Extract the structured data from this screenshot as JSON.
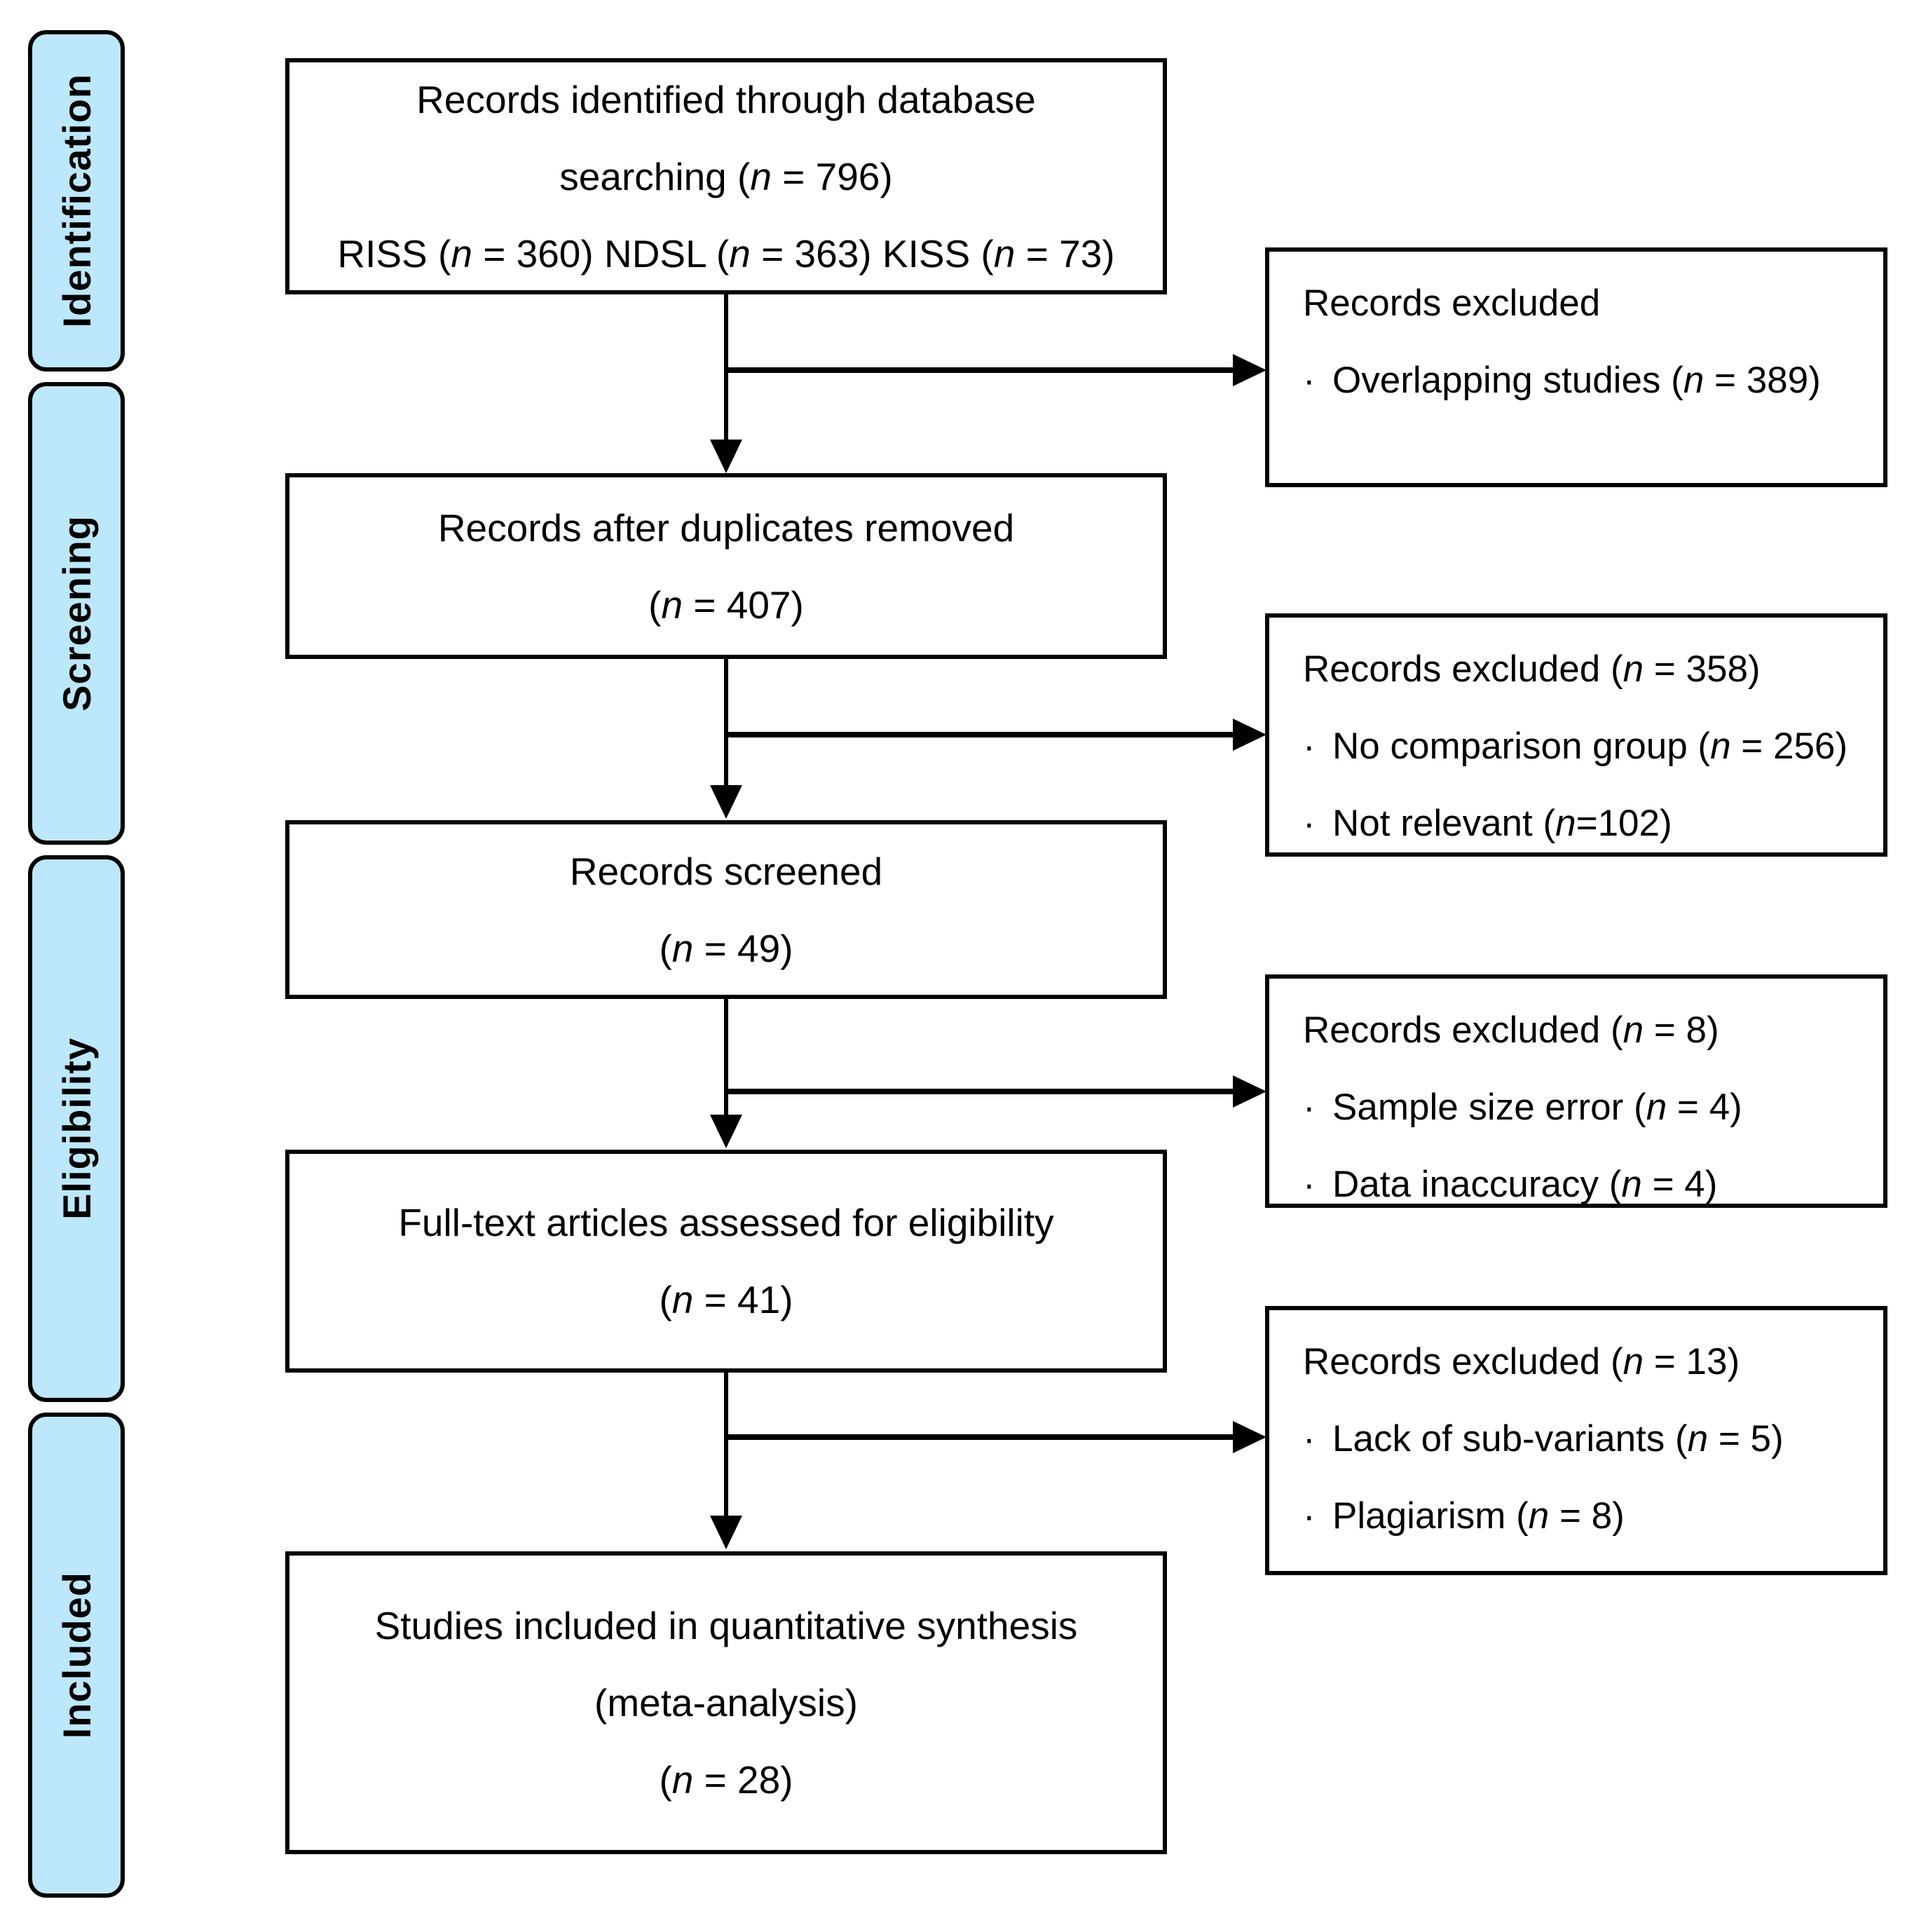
{
  "figure": {
    "kind": "PRISMA flow diagram"
  },
  "colors": {
    "stage_fill": "#BDE7FA",
    "border": "#000000",
    "background": "#FFFFFF",
    "text": "#000000"
  },
  "stages": [
    {
      "label": "Identification"
    },
    {
      "label": "Screening"
    },
    {
      "label": "Eligibility"
    },
    {
      "label": "Included"
    }
  ],
  "flow_boxes": [
    {
      "id": "records-identified",
      "lines": [
        "Records identified through database",
        "searching (n = 796)",
        "RISS (n = 360) NDSL (n = 363) KISS (n = 73)"
      ]
    },
    {
      "id": "duplicates-removed",
      "lines": [
        "Records after duplicates removed",
        "(n = 407)"
      ]
    },
    {
      "id": "records-screened",
      "lines": [
        "Records screened",
        "(n = 49)"
      ]
    },
    {
      "id": "fulltext-assessed",
      "lines": [
        "Full-text articles assessed for eligibility",
        "(n = 41)"
      ]
    },
    {
      "id": "studies-included",
      "lines": [
        "Studies included in quantitative synthesis",
        "(meta-analysis)",
        "(n = 28)"
      ]
    }
  ],
  "exclusion_boxes": [
    {
      "id": "excluded-identification",
      "title": "Records excluded",
      "bullet_char": "·",
      "bullets": [
        "Overlapping studies (n = 389)"
      ]
    },
    {
      "id": "excluded-screening-1",
      "title": "Records excluded (n = 358)",
      "bullet_char": "·",
      "bullets": [
        "No comparison group (n = 256)",
        "Not relevant (n=102)"
      ]
    },
    {
      "id": "excluded-screening-2",
      "title": "Records excluded (n = 8)",
      "bullet_char": "·",
      "bullets": [
        "Sample size error (n = 4)",
        "Data inaccuracy (n = 4)"
      ]
    },
    {
      "id": "excluded-eligibility",
      "title": "Records excluded (n = 13)",
      "bullet_char": "·",
      "bullets": [
        "Lack of sub-variants (n = 5)",
        "Plagiarism (n = 8)"
      ]
    }
  ]
}
